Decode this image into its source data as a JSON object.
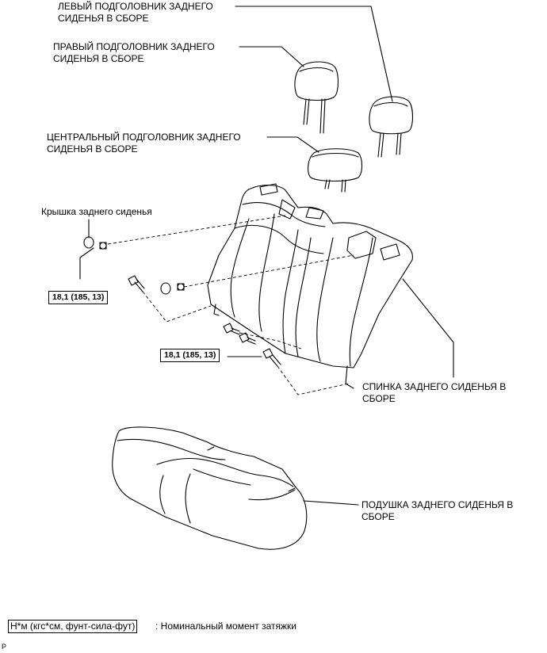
{
  "labels": {
    "left_headrest": [
      "ЛЕВЫЙ ПОДГОЛОВНИК ЗАДНЕГО",
      "СИДЕНЬЯ В СБОРЕ"
    ],
    "right_headrest": [
      "ПРАВЫЙ ПОДГОЛОВНИК ЗАДНЕГО",
      "СИДЕНЬЯ В СБОРЕ"
    ],
    "center_headrest": [
      "ЦЕНТРАЛЬНЫЙ ПОДГОЛОВНИК ЗАДНЕГО",
      "СИДЕНЬЯ В СБОРЕ"
    ],
    "seat_cover": "Крышка заднего сиденья",
    "seatback": [
      "СПИНКА ЗАДНЕГО СИДЕНЬЯ В",
      "СБОРЕ"
    ],
    "cushion": [
      "ПОДУШКА ЗАДНЕГО СИДЕНЬЯ В",
      "СБОРЕ"
    ]
  },
  "torque": {
    "upper": "18,1 (185, 13)",
    "lower": "18,1 (185, 13)"
  },
  "legend": {
    "unit_box": "Н*м (кгс*см, фунт-сила-фут)",
    "description": ": Номинальный момент затяжки"
  },
  "figure_code": "P"
}
